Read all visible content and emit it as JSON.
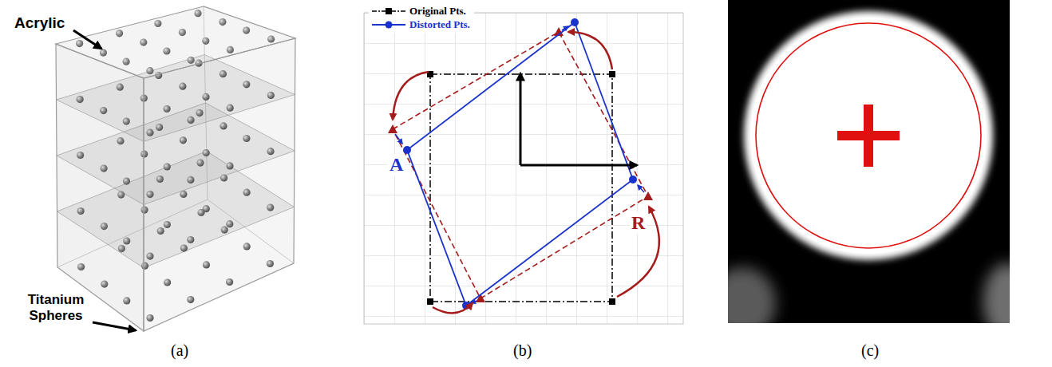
{
  "diagram": {
    "labels": [
      "Acrylic",
      "Titanium Spheres",
      "A",
      "R",
      "(a)",
      "(b)",
      "(c)"
    ],
    "legend": [
      {
        "text": "Original Pts."
      },
      {
        "text": "Distorted Pts."
      }
    ]
  }
}
